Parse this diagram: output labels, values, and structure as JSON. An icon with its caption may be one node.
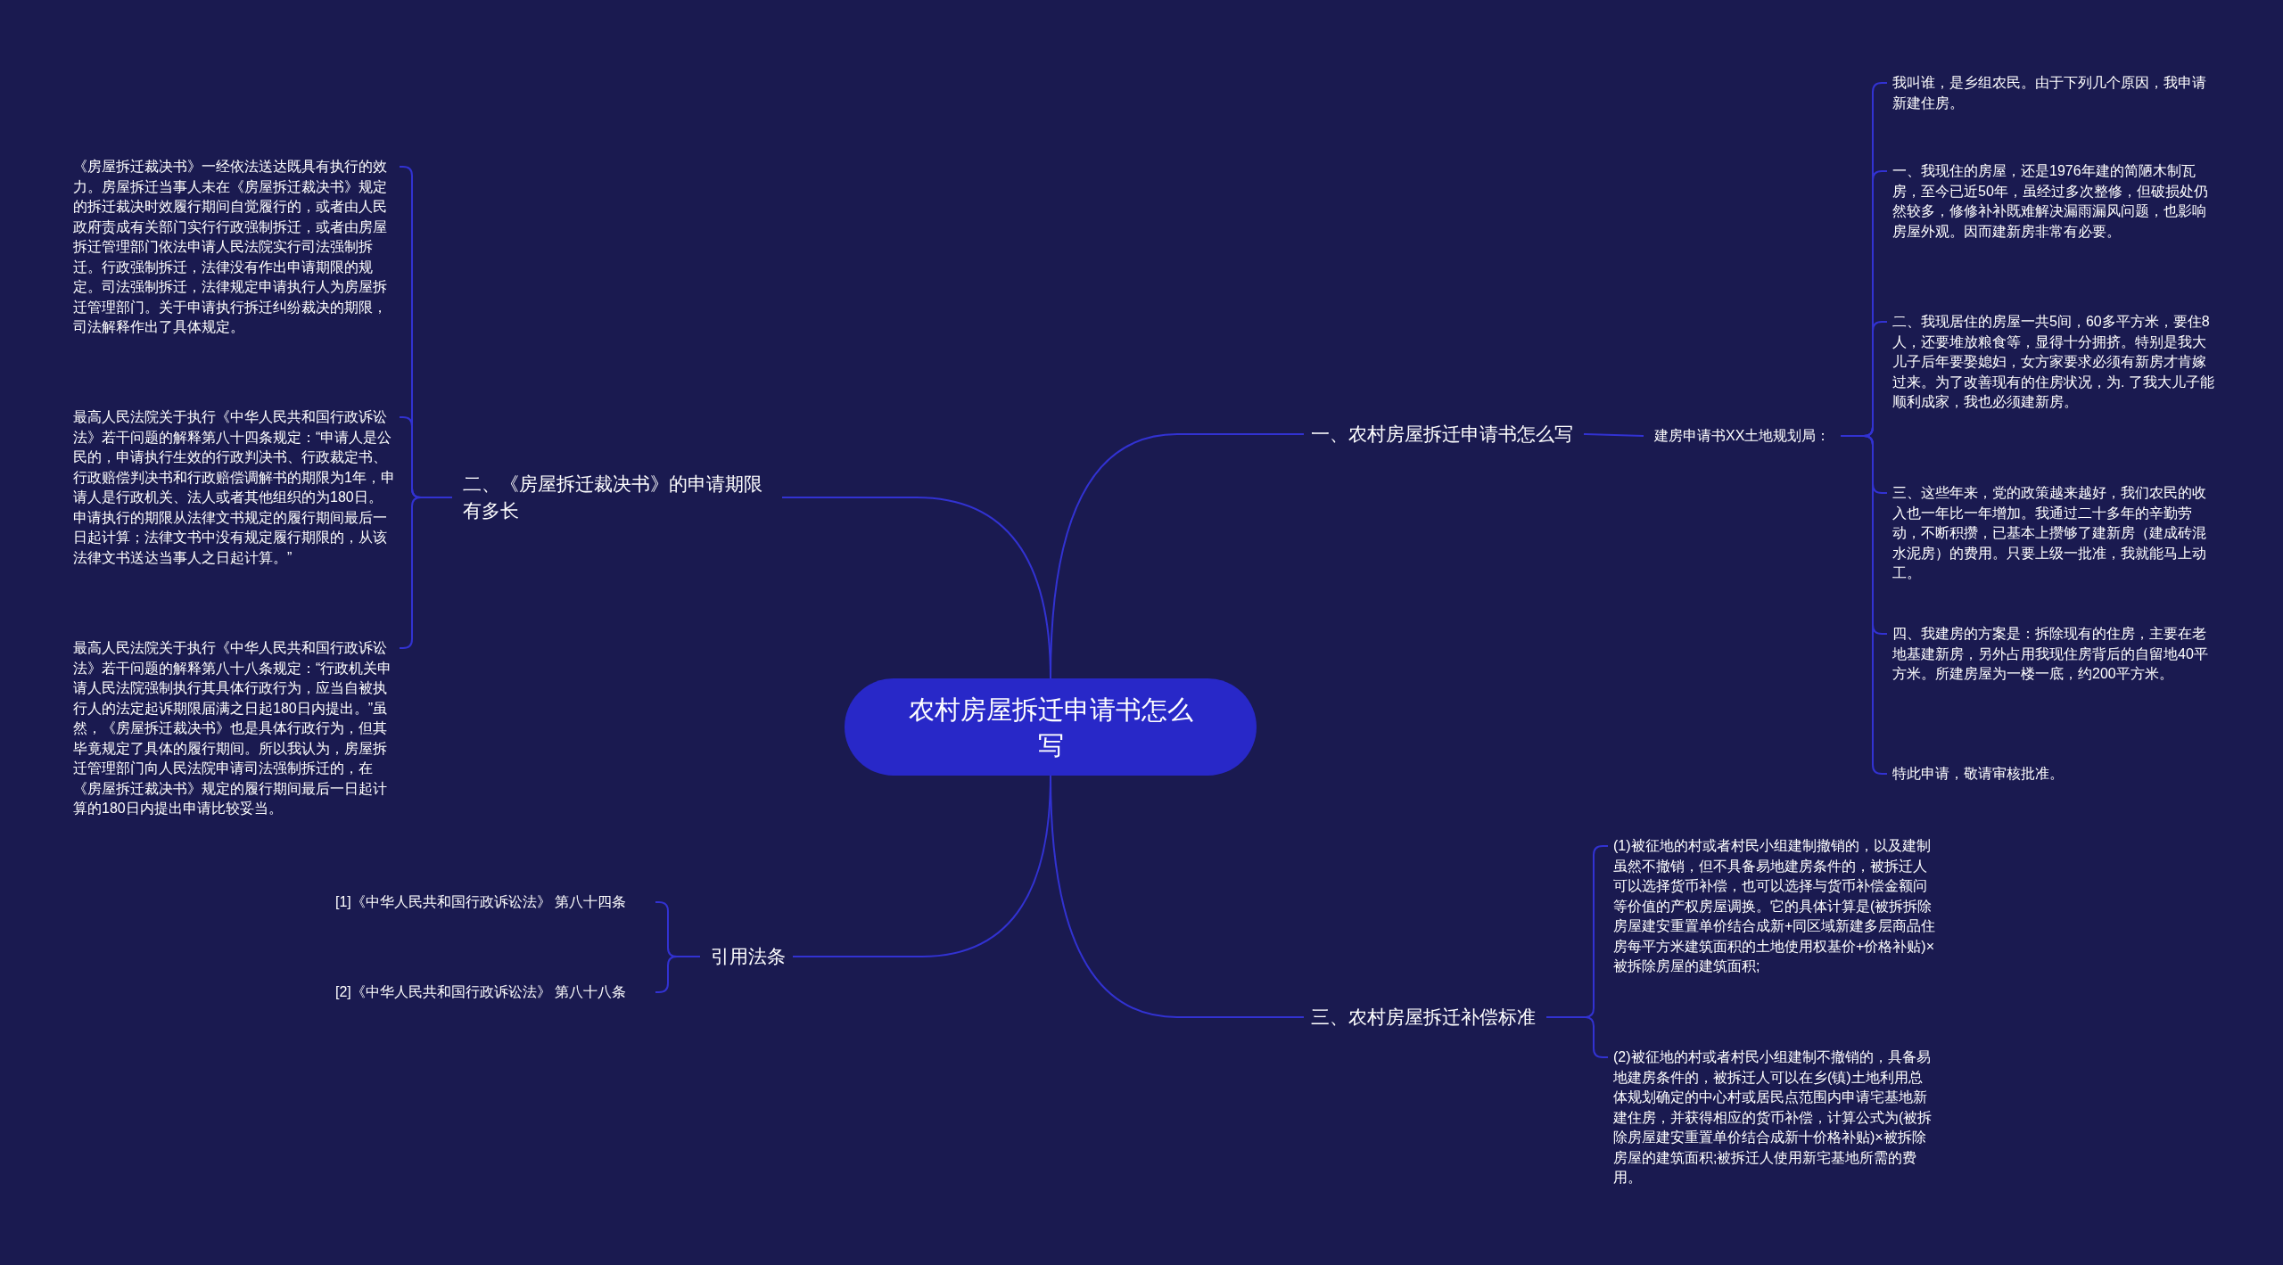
{
  "diagram": {
    "nodes": [
      {
        "text": [
          "农村房屋拆迁申请书怎么写"
        ]
      },
      {
        "text": [
          "一、农村房屋拆迁申请书怎么写"
        ]
      },
      {
        "text": [
          "建房申请书XX土地规划局："
        ]
      },
      {
        "text": [
          "我叫谁，是乡组农民。由于下列几个原因，我申请新建住房。"
        ]
      },
      {
        "text": [
          "一、我现住的房屋，还是1976年建的简陋木制瓦房，至今已近50年，虽经过多次整修，但破损处仍然较多，修修补补既难解决漏雨漏风问题，也影响房屋外观。因而建新房非常有必要。"
        ]
      },
      {
        "text": [
          "二、我现居住的房屋一共5间，60多平方米，要住8人，还要堆放粮食等，显得十分拥挤。特别是我大儿子后年要娶媳妇，女方家要求必须有新房才肯嫁过来。为了改善现有的住房状况，为. 了我大儿子能顺利成家，我也必须建新房。"
        ]
      },
      {
        "text": [
          "三、这些年来，党的政策越来越好，我们农民的收入也一年比一年增加。我通过二十多年的辛勤劳动，不断积攒，已基本上攒够了建新房（建成砖混水泥房）的费用。只要上级一批准，我就能马上动工。"
        ]
      },
      {
        "text": [
          "四、我建房的方案是：拆除现有的住房，主要在老地基建新房，另外占用我现住房背后的自留地40平方米。所建房屋为一楼一底，约200平方米。"
        ]
      },
      {
        "text": [
          "特此申请，敬请审核批准。"
        ]
      },
      {
        "text": [
          "二、《房屋拆迁裁决书》的申请期限有多长"
        ]
      },
      {
        "text": [
          "《房屋拆迁裁决书》一经依法送达既具有执行的效力。房屋拆迁当事人未在《房屋拆迁裁决书》规定的拆迁裁决时效履行期间自觉履行的，或者由人民政府责成有关部门实行行政强制拆迁，或者由房屋拆迁管理部门依法申请人民法院实行司法强制拆迁。行政强制拆迁，法律没有作出申请期限的规定。司法强制拆迁，法律规定申请执行人为房屋拆迁管理部门。关于申请执行拆迁纠纷裁决的期限，司法解释作出了具体规定。"
        ]
      },
      {
        "text": [
          "最高人民法院关于执行《中华人民共和国行政诉讼法》若干问题的解释第八十四条规定：“申请人是公民的，申请执行生效的行政判决书、行政裁定书、行政赔偿判决书和行政赔偿调解书的期限为1年，申请人是行政机关、法人或者其他组织的为180日。申请执行的期限从法律文书规定的履行期间最后一日起计算；法律文书中没有规定履行期限的，从该法律文书送达当事人之日起计算。”"
        ]
      },
      {
        "text": [
          "最高人民法院关于执行《中华人民共和国行政诉讼法》若干问题的解释第八十八条规定：“行政机关申请人民法院强制执行其具体行政行为，应当自被执行人的法定起诉期限届满之日起180日内提出。”虽然，《房屋拆迁裁决书》也是具体行政行为，但其毕竟规定了具体的履行期间。所以我认为，房屋拆迁管理部门向人民法院申请司法强制拆迁的，在《房屋拆迁裁决书》规定的履行期间最后一日起计算的180日内提出申请比较妥当。"
        ]
      },
      {
        "text": [
          "引用法条"
        ]
      },
      {
        "text": [
          "[1]《中华人民共和国行政诉讼法》 第八十四条"
        ]
      },
      {
        "text": [
          "[2]《中华人民共和国行政诉讼法》 第八十八条"
        ]
      },
      {
        "text": [
          "三、农村房屋拆迁补偿标准"
        ]
      },
      {
        "text": [
          "(1)被征地的村或者村民小组建制撤销的，以及建制虽然不撤销，但不具备易地建房条件的，被拆迁人可以选择货币补偿，也可以选择与货币补偿金额问等价值的产权房屋调换。它的具体计算是(被拆拆除房屋建安重置单价结合成新+同区域新建多层商品住房每平方米建筑面积的土地使用权基价+价格补贴)×被拆除房屋的建筑面积;"
        ]
      },
      {
        "text": [
          "(2)被征地的村或者村民小组建制不撤销的，具备易地建房条件的，被拆迁人可以在乡(镇)土地利用总体规划确定的中心村或居民点范围内申请宅基地新建住房，并获得相应的货币补偿，计算公式为(被拆除房屋建安重置单价结合成新十价格补贴)×被拆除房屋的建筑面积;被拆迁人使用新宅基地所需的费用。"
        ]
      }
    ],
    "edges": [
      {
        "from": 0,
        "to": 1,
        "arrow": "none"
      },
      {
        "from": 1,
        "to": 2,
        "arrow": "none"
      },
      {
        "from": 2,
        "to": 3,
        "arrow": "none"
      },
      {
        "from": 2,
        "to": 4,
        "arrow": "none"
      },
      {
        "from": 2,
        "to": 5,
        "arrow": "none"
      },
      {
        "from": 2,
        "to": 6,
        "arrow": "none"
      },
      {
        "from": 2,
        "to": 7,
        "arrow": "none"
      },
      {
        "from": 2,
        "to": 8,
        "arrow": "none"
      },
      {
        "from": 0,
        "to": 9,
        "arrow": "none"
      },
      {
        "from": 9,
        "to": 10,
        "arrow": "none"
      },
      {
        "from": 9,
        "to": 11,
        "arrow": "none"
      },
      {
        "from": 9,
        "to": 12,
        "arrow": "none"
      },
      {
        "from": 0,
        "to": 13,
        "arrow": "none"
      },
      {
        "from": 13,
        "to": 14,
        "arrow": "none"
      },
      {
        "from": 13,
        "to": 15,
        "arrow": "none"
      },
      {
        "from": 0,
        "to": 16,
        "arrow": "none"
      },
      {
        "from": 16,
        "to": 17,
        "arrow": "none"
      },
      {
        "from": 16,
        "to": 18,
        "arrow": "none"
      }
    ]
  }
}
